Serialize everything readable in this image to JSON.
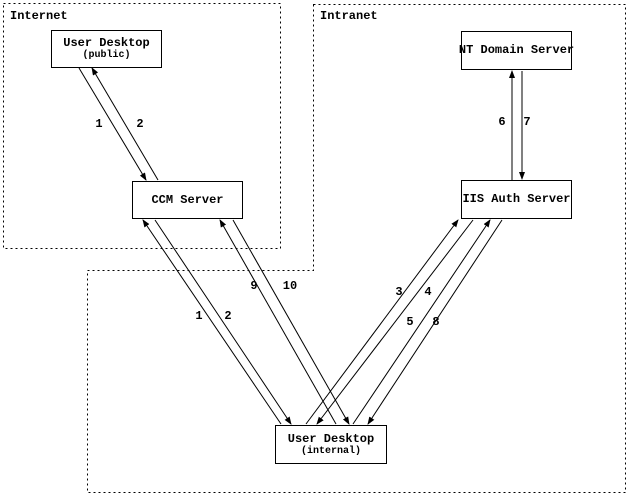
{
  "diagram": {
    "title_visible": false,
    "zones": [
      {
        "label": "Internet"
      },
      {
        "label": "Intranet"
      }
    ],
    "nodes": [
      {
        "id": "user-desktop-public",
        "label": "User Desktop",
        "sublabel": "(public)"
      },
      {
        "id": "ccm-server",
        "label": "CCM Server",
        "sublabel": ""
      },
      {
        "id": "nt-domain-server",
        "label": "NT Domain Server",
        "sublabel": ""
      },
      {
        "id": "iis-auth-server",
        "label": "IIS Auth Server",
        "sublabel": ""
      },
      {
        "id": "user-desktop-internal",
        "label": "User Desktop",
        "sublabel": "(internal)"
      }
    ],
    "connections": [
      {
        "label": "1",
        "from": "User Desktop (public)",
        "to": "CCM Server"
      },
      {
        "label": "2",
        "from": "CCM Server",
        "to": "User Desktop (public)"
      },
      {
        "label": "1",
        "from": "User Desktop (internal)",
        "to": "CCM Server"
      },
      {
        "label": "2",
        "from": "CCM Server",
        "to": "User Desktop (internal)"
      },
      {
        "label": "9",
        "from": "User Desktop (internal)",
        "to": "CCM Server"
      },
      {
        "label": "10",
        "from": "CCM Server",
        "to": "User Desktop (internal)"
      },
      {
        "label": "3",
        "from": "User Desktop (internal)",
        "to": "IIS Auth Server"
      },
      {
        "label": "4",
        "from": "IIS Auth Server",
        "to": "User Desktop (internal)"
      },
      {
        "label": "5",
        "from": "User Desktop (internal)",
        "to": "IIS Auth Server"
      },
      {
        "label": "8",
        "from": "IIS Auth Server",
        "to": "User Desktop (internal)"
      },
      {
        "label": "6",
        "from": "IIS Auth Server",
        "to": "NT Domain Server"
      },
      {
        "label": "7",
        "from": "NT Domain Server",
        "to": "IIS Auth Server"
      }
    ],
    "colors": {
      "stroke": "#000000",
      "background": "#ffffff"
    }
  }
}
